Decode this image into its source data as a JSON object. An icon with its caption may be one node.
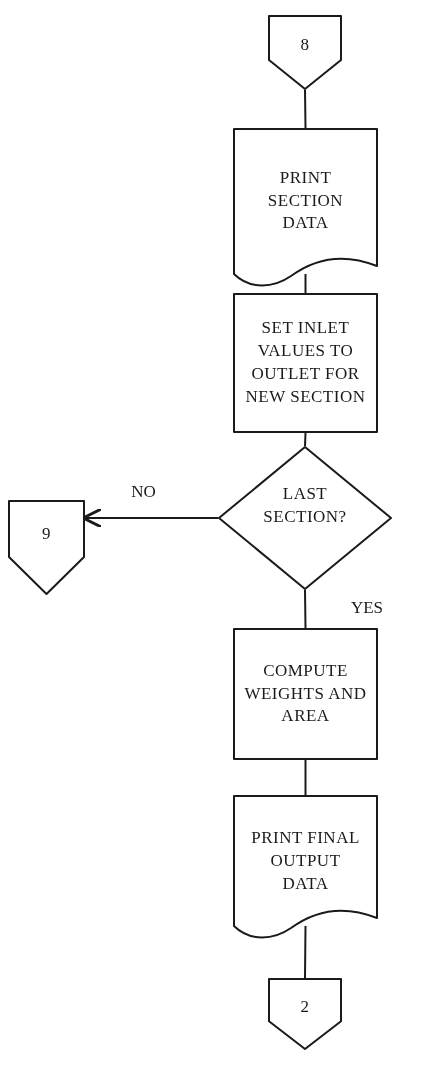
{
  "diagram": {
    "nodes": [
      {
        "text": [
          "8"
        ]
      },
      {
        "text": [
          "PRINT SECTION DATA"
        ]
      },
      {
        "text": [
          "SET INLET VALUES TO OUTLET FOR NEW SECTION"
        ]
      },
      {
        "text": [
          "LAST SECTION?"
        ]
      },
      {
        "text": [
          "9"
        ]
      },
      {
        "text": [
          "COMPUTE WEIGHTS AND AREA"
        ]
      },
      {
        "text": [
          "PRINT FINAL OUTPUT DATA"
        ]
      },
      {
        "text": [
          "2"
        ]
      }
    ],
    "edges": [
      {
        "from": 0,
        "to": 1,
        "arrow": "none"
      },
      {
        "from": 1,
        "to": 2,
        "arrow": "none"
      },
      {
        "from": 2,
        "to": 3,
        "arrow": "none"
      },
      {
        "from": 3,
        "to": 4,
        "arrow": "to",
        "label": "NO"
      },
      {
        "from": 3,
        "to": 5,
        "arrow": "none",
        "label": "YES"
      },
      {
        "from": 5,
        "to": 6,
        "arrow": "none"
      },
      {
        "from": 6,
        "to": 7,
        "arrow": "none"
      }
    ]
  }
}
